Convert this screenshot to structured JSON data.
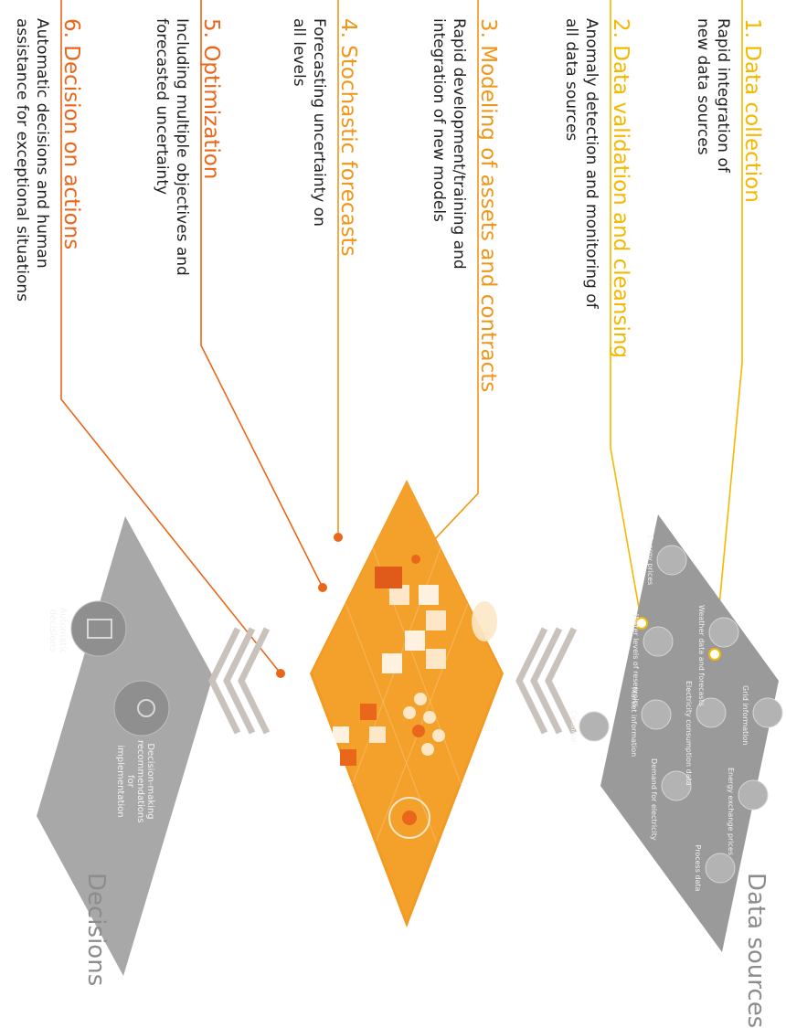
{
  "steps": [
    {
      "title": "1. Data collection",
      "description": [
        "Rapid integration of",
        "new data sources"
      ],
      "color": "#f5b800"
    },
    {
      "title": "2. Data validation and cleansing",
      "description": [
        "Anomaly detection and monitoring of",
        "all data sources"
      ],
      "color": "#f5b800"
    },
    {
      "title": "3. Modeling of assets and contracts",
      "description": [
        "Rapid development/training and",
        "integration of new models"
      ],
      "color": "#f0961a"
    },
    {
      "title": "4. Stochastic forecasts",
      "description": [
        "Forecasting uncertainty on",
        "all levels"
      ],
      "color": "#f0961a"
    },
    {
      "title": "5. Optimization",
      "description": [
        "Including multiple objectives and",
        "forecasted uncertainty"
      ],
      "color": "#e9661a"
    },
    {
      "title": "6. Decision on actions",
      "description": [
        "Automatic decisions and human",
        "assistance for exceptional situations"
      ],
      "color": "#e9661a"
    }
  ],
  "data_sources": {
    "title": "Data sources",
    "items": [
      {
        "label": "Energy prices",
        "icon": "energy-prices-icon"
      },
      {
        "label": "Weather data and forecasts",
        "icon": "weather-icon"
      },
      {
        "label": "Grid information",
        "icon": "grid-icon"
      },
      {
        "label": "Water levels of reservoirs",
        "icon": "water-icon"
      },
      {
        "label": "Electricity consumption data",
        "icon": "meter-icon"
      },
      {
        "label": "Energy exchange prices",
        "icon": "exchange-icon"
      },
      {
        "label": "Calendar",
        "icon": "calendar-icon"
      },
      {
        "label": "Market information",
        "icon": "magnifier-icon"
      },
      {
        "label": "Demand for electricity",
        "icon": "lightning-icon"
      },
      {
        "label": "Process data",
        "icon": "factory-icon"
      }
    ]
  },
  "decisions": {
    "title": "Decisions",
    "items": [
      {
        "label": "Automatic decisions",
        "icon": "machine-icon"
      },
      {
        "label": "Decision-making recommendations for implementation",
        "icon": "person-icon"
      }
    ]
  },
  "colors": {
    "yellow": "#f5b800",
    "orange": "#f0961a",
    "dark_orange": "#e9661a",
    "platform": "#f29a21",
    "panel_gray": "#9a9a9a",
    "chevron": "#c9c2bb"
  }
}
